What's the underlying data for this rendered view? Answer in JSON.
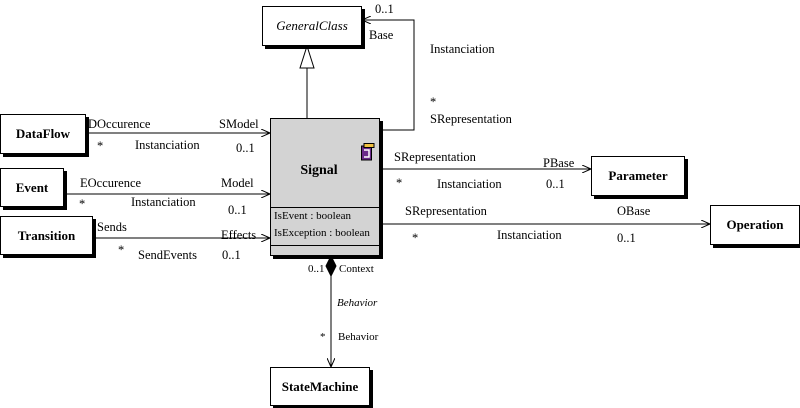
{
  "classes": {
    "general_class": "GeneralClass",
    "signal": "Signal",
    "dataflow": "DataFlow",
    "event": "Event",
    "transition": "Transition",
    "parameter": "Parameter",
    "operation": "Operation",
    "state_machine": "StateMachine"
  },
  "signal_attributes": [
    "IsEvent : boolean",
    "IsException : boolean"
  ],
  "labels": {
    "self_mult_one": "0..1",
    "self_base": "Base",
    "self_instanciation": "Instanciation",
    "self_star": "*",
    "self_srep": "SRepresentation",
    "df_role": "DOccurence",
    "df_star": "*",
    "df_instanciation": "Instanciation",
    "df_smodel": "SModel",
    "df_mult": "0..1",
    "ev_role": "EOccurence",
    "ev_star": "*",
    "ev_instanciation": "Instanciation",
    "ev_model": "Model",
    "ev_mult": "0..1",
    "tr_role": "Sends",
    "tr_star": "*",
    "tr_sendevents": "SendEvents",
    "tr_effects": "Effects",
    "tr_mult": "0..1",
    "par_srep": "SRepresentation",
    "par_star": "*",
    "par_instanciation": "Instanciation",
    "par_pbase": "PBase",
    "par_mult": "0..1",
    "op_srep": "SRepresentation",
    "op_star": "*",
    "op_instanciation": "Instanciation",
    "op_obase": "OBase",
    "op_mult": "0..1",
    "sm_mult": "0..1",
    "sm_context": "Context",
    "sm_behavior_assoc": "Behavior",
    "sm_star": "*",
    "sm_behavior": "Behavior"
  },
  "colors": {
    "signal_fill": "#d3d3d3",
    "stereotype_icon": "#6a2a8a",
    "stereotype_accent": "#f0c040",
    "line": "#000000"
  }
}
